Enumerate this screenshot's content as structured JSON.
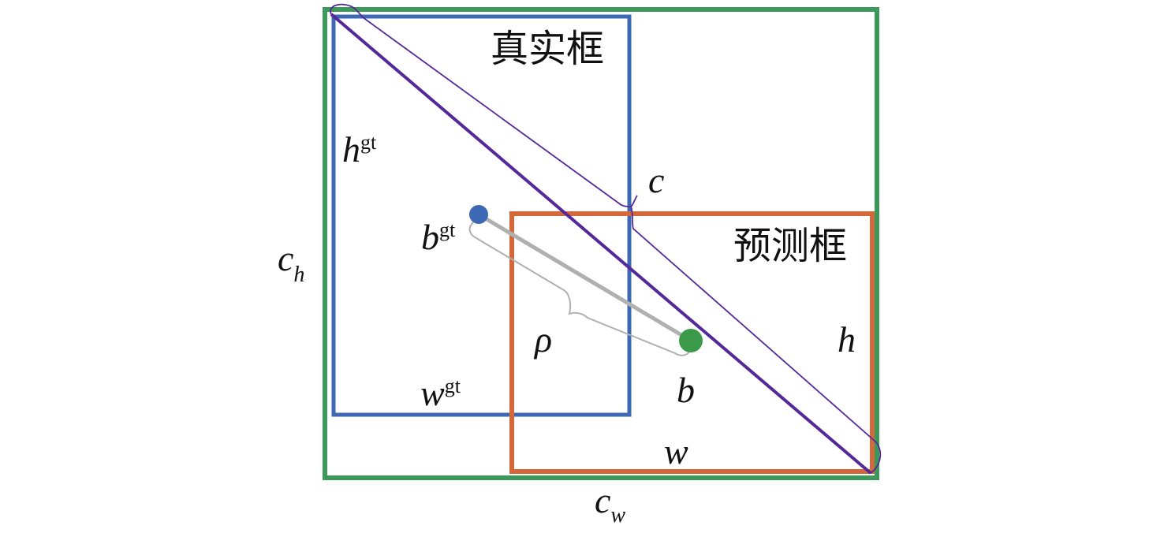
{
  "labels": {
    "ground_truth_box": "真实框",
    "predicted_box": "预测框",
    "h_gt_main": "h",
    "h_gt_sup": "gt",
    "w_gt_main": "w",
    "w_gt_sup": "gt",
    "b_gt_main": "b",
    "b_gt_sup": "gt",
    "c": "c",
    "c_h_main": "c",
    "c_h_sub": "h",
    "c_w_main": "c",
    "c_w_sub": "w",
    "rho": "ρ",
    "h": "h",
    "w": "w",
    "b": "b"
  },
  "colors": {
    "enclosing_box": "#3b9a5a",
    "ground_truth_box": "#3d68b3",
    "predicted_box": "#d4683a",
    "diagonal": "#55289a",
    "center_distance": "#b0b0b0",
    "gt_center": "#3d68b3",
    "pred_center": "#3a9a4a"
  }
}
